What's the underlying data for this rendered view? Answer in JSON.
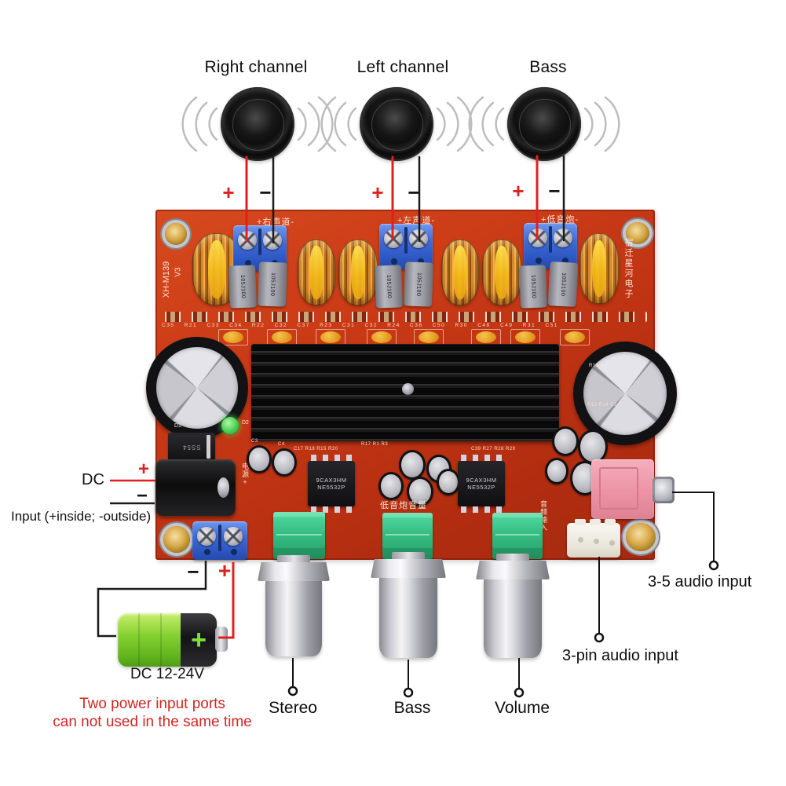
{
  "speakers": [
    {
      "label": "Right channel"
    },
    {
      "label": "Left channel"
    },
    {
      "label": "Bass"
    }
  ],
  "polarity": {
    "plus": "+",
    "minus": "−"
  },
  "board": {
    "model": "XH-M139",
    "version": "V3",
    "brand": "宿迁星河电子",
    "channel_labels": [
      "+右声道-",
      "+左声道-",
      "+低音炮-"
    ],
    "subwoofer_volume": "低音炮音量",
    "power": "电源+",
    "audio_input": "音频输入",
    "film_cap": "105J100",
    "ic_line1": "9CAX3HM",
    "ic_line2": "NE5532P",
    "diode": "SS54",
    "diode_ref": "D1",
    "led_ref": "D2",
    "component_refs": "C35 R21 C33 C34 R22 C32 C37 R23 C31 C32 R24 C38 C50 R30 C48 C49 R31 C51",
    "refs_ic1": "C17 R18 R15 R20",
    "refs_mid": "R17  R1  R3",
    "refs_ic2": "C39 R27 R28 R29",
    "refs_right": "R13 R14 C14",
    "refs_r10": "R10",
    "refs_c3": "C3",
    "refs_c4": "C4"
  },
  "power_callout": {
    "dc": "DC",
    "input_note": "Input (+inside; -outside)",
    "battery_label": "DC 12-24V",
    "warning_line1": "Two power input ports",
    "warning_line2": "can not used in the same time"
  },
  "knob_labels": [
    {
      "label": "Stereo"
    },
    {
      "label": "Bass"
    },
    {
      "label": "Volume"
    }
  ],
  "audio_callouts": {
    "jack": "3-5 audio input",
    "pin": "3-pin audio input"
  },
  "colors": {
    "board_red": "#c23517",
    "wire_red": "#e02020",
    "wire_black": "#1a1a1a",
    "warning_red": "#d42424",
    "terminal_blue": "#3f6cd8",
    "battery_green": "#7cc828",
    "jack_pink": "#ec93a5",
    "inductor_copper": "#d4882a",
    "heatsink_black": "#141414"
  }
}
